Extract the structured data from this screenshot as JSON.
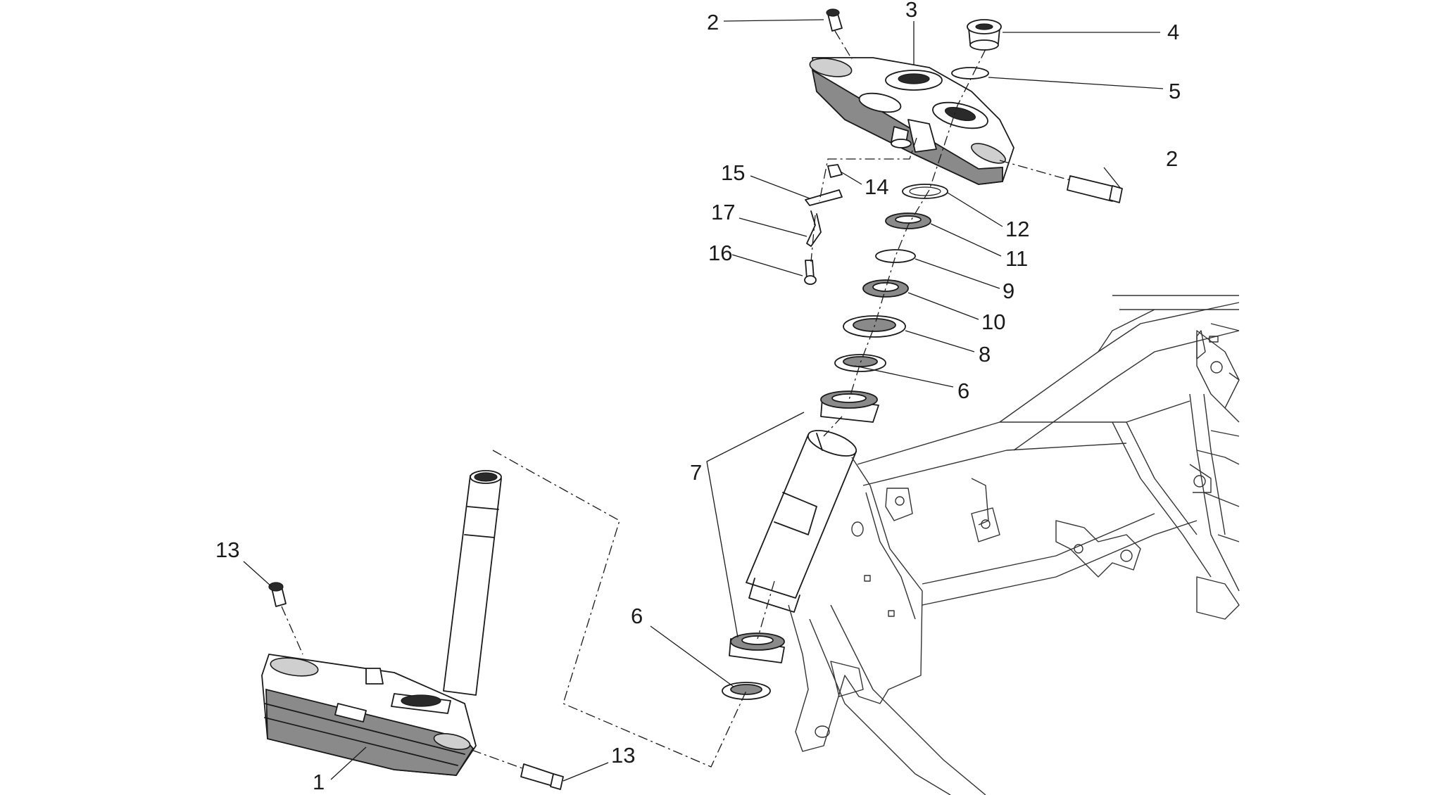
{
  "diagram": {
    "callouts": [
      {
        "number": "1"
      },
      {
        "number": "2"
      },
      {
        "number": "2"
      },
      {
        "number": "3"
      },
      {
        "number": "4"
      },
      {
        "number": "5"
      },
      {
        "number": "6"
      },
      {
        "number": "6"
      },
      {
        "number": "7"
      },
      {
        "number": "8"
      },
      {
        "number": "9"
      },
      {
        "number": "10"
      },
      {
        "number": "11"
      },
      {
        "number": "12"
      },
      {
        "number": "13"
      },
      {
        "number": "13"
      },
      {
        "number": "14"
      },
      {
        "number": "15"
      },
      {
        "number": "16"
      },
      {
        "number": "17"
      }
    ]
  }
}
